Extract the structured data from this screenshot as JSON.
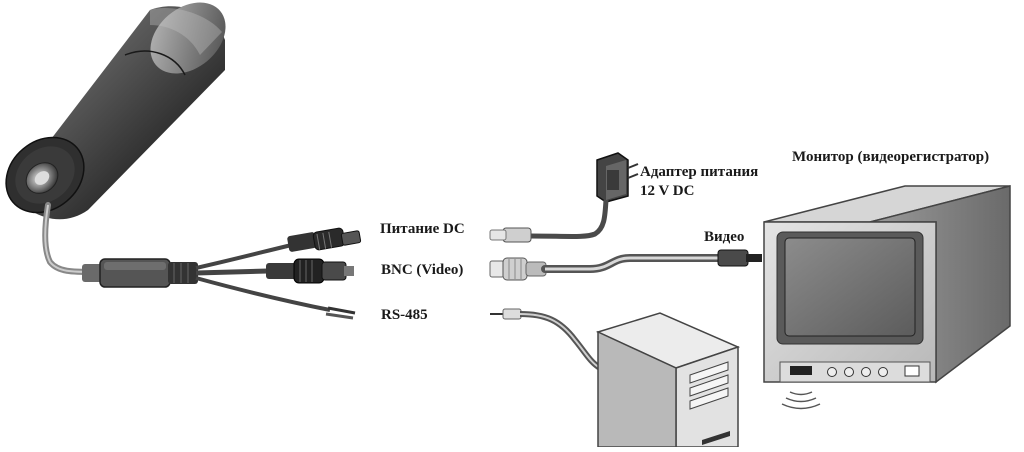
{
  "labels": {
    "monitor": "Монитор (видеорегистратор)",
    "adapter_line1": "Адаптер питания",
    "adapter_line2": "12 V DC",
    "power_dc": "Питание DC",
    "bnc_video": "BNC (Video)",
    "rs485": "RS-485",
    "video": "Видео"
  },
  "icons": {
    "camera": "bullet-camera-icon",
    "adapter": "power-adapter-icon",
    "monitor": "crt-monitor-icon",
    "computer": "desktop-tower-icon",
    "signal": "wireless-signal-icon"
  }
}
